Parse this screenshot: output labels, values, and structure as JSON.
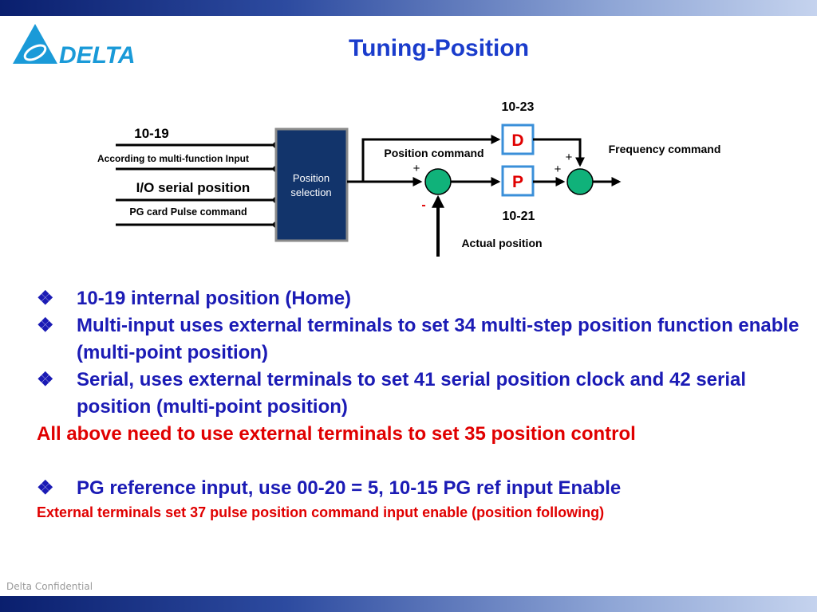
{
  "header": {
    "brand": "DELTA",
    "title": "Tuning-Position"
  },
  "diagram": {
    "inputs": {
      "param_10_19": "10-19",
      "multi_function": "According to multi-function Input",
      "io_serial": "I/O serial position",
      "pg_card": "PG card Pulse command"
    },
    "selector": {
      "line1": "Position",
      "line2": "selection"
    },
    "position_command": "Position command",
    "frequency_command": "Frequency command",
    "actual_position": "Actual position",
    "d_block": "D",
    "p_block": "P",
    "param_10_23": "10-23",
    "param_10_21": "10-21",
    "sum1_plus": "+",
    "sum1_minus": "-",
    "sum2_plus_top": "+",
    "sum2_plus_left": "+"
  },
  "bullets": {
    "marker": "❖",
    "item1": "10-19 internal position (Home)",
    "item2": "Multi-input  uses external terminals to set  34 multi-step position function enable (multi-point position)",
    "item3": "Serial, uses external terminals to set 41 serial position clock and 42 serial position (multi-point position)",
    "note1": "All above need to use external terminals to set  35 position control",
    "item4": "PG reference input, use 00-20 = 5, 10-15 PG ref input Enable",
    "note2": "External terminals set 37 pulse position command input enable (position following)"
  },
  "footer": {
    "confidential": "Delta Confidential"
  },
  "colors": {
    "title": "#1a3ccc",
    "bullet_text": "#1b1bb5",
    "note": "#e00000",
    "selector_box": "#12346b",
    "summing_junction": "#10b27a",
    "dp_block_border": "#3a8fd9",
    "band_dark": "#0a1f6e",
    "band_light": "#c5d3ee"
  }
}
